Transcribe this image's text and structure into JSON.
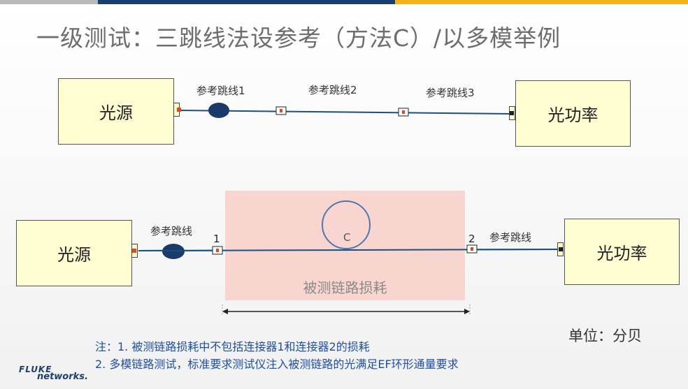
{
  "title": "一级测试：三跳线法设参考（方法C）/以多模举例",
  "top": {
    "source_label": "光源",
    "meter_label": "光功率",
    "cord1_label": "参考跳线1",
    "cord2_label": "参考跳线2",
    "cord3_label": "参考跳线3"
  },
  "bottom": {
    "source_label": "光源",
    "meter_label": "光功率",
    "left_cord_label": "参考跳线",
    "right_cord_label": "参考跳线",
    "connector1": "1",
    "connector2": "2",
    "loop_label": "C",
    "dut_label": "被测链路损耗"
  },
  "notes": {
    "note1": "注：1. 被测链路损耗中不包括连接器1和连接器2的损耗",
    "note2": "2. 多模链路测试，标准要求测试仪注入被测链路的光满足EF环形通量要求"
  },
  "unit": "单位：分贝",
  "logo": {
    "line1": "FLUKE",
    "line2": "networks."
  },
  "colors": {
    "fiber": "#1b4f82",
    "box_fill": "#fefed2",
    "dut_fill": "#f8d6cf",
    "note_text": "#1e4ea8",
    "port_red": "#e04a1f"
  }
}
